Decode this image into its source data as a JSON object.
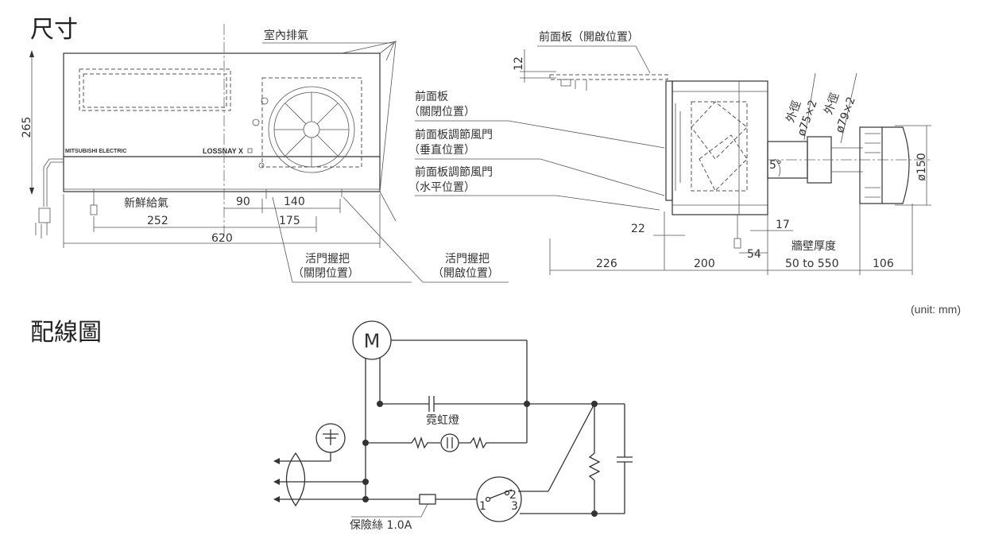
{
  "sections": {
    "dimensions_title": "尺寸",
    "wiring_title": "配線圖"
  },
  "front_view": {
    "indoor_exhaust": "室內排氣",
    "fresh_supply": "新鮮給氣",
    "brand_text": "MITSUBISHI ELECTRIC",
    "model_text": "LOSSNAY X",
    "damper_closed_line1": "活門握把",
    "damper_closed_line2": "（關閉位置）",
    "damper_open_line1": "活門握把",
    "damper_open_line2": "（開啟位置）",
    "dims": {
      "height": "265",
      "d90": "90",
      "d140": "140",
      "d252": "252",
      "d175": "175",
      "d620": "620"
    }
  },
  "side_view": {
    "front_panel_open": "前面板（開啟位置）",
    "front_panel_closed_line1": "前面板",
    "front_panel_closed_line2": "（關閉位置）",
    "damper_vertical_line1": "前面板調節風門",
    "damper_vertical_line2": "（垂直位置）",
    "damper_horizontal_line1": "前面板調節風門",
    "damper_horizontal_line2": "（水平位置）",
    "outer_dia_1": "外徑",
    "outer_dia_1_value": "ø75×2",
    "outer_dia_2": "外徑",
    "outer_dia_2_value": "ø79×2",
    "wall_thickness": "牆壁厚度",
    "angle": "5°",
    "dims": {
      "d12": "12",
      "d22": "22",
      "d17": "17",
      "d54": "54",
      "d150": "ø150",
      "d226": "226",
      "d200": "200",
      "d_wall": "50 to 550",
      "d106": "106"
    }
  },
  "unit_note": "(unit: mm)",
  "wiring": {
    "motor": "M",
    "neon_lamp": "霓虹燈",
    "fuse": "保險絲 1.0A",
    "switch_1": "1",
    "switch_2": "2",
    "switch_3": "3"
  }
}
